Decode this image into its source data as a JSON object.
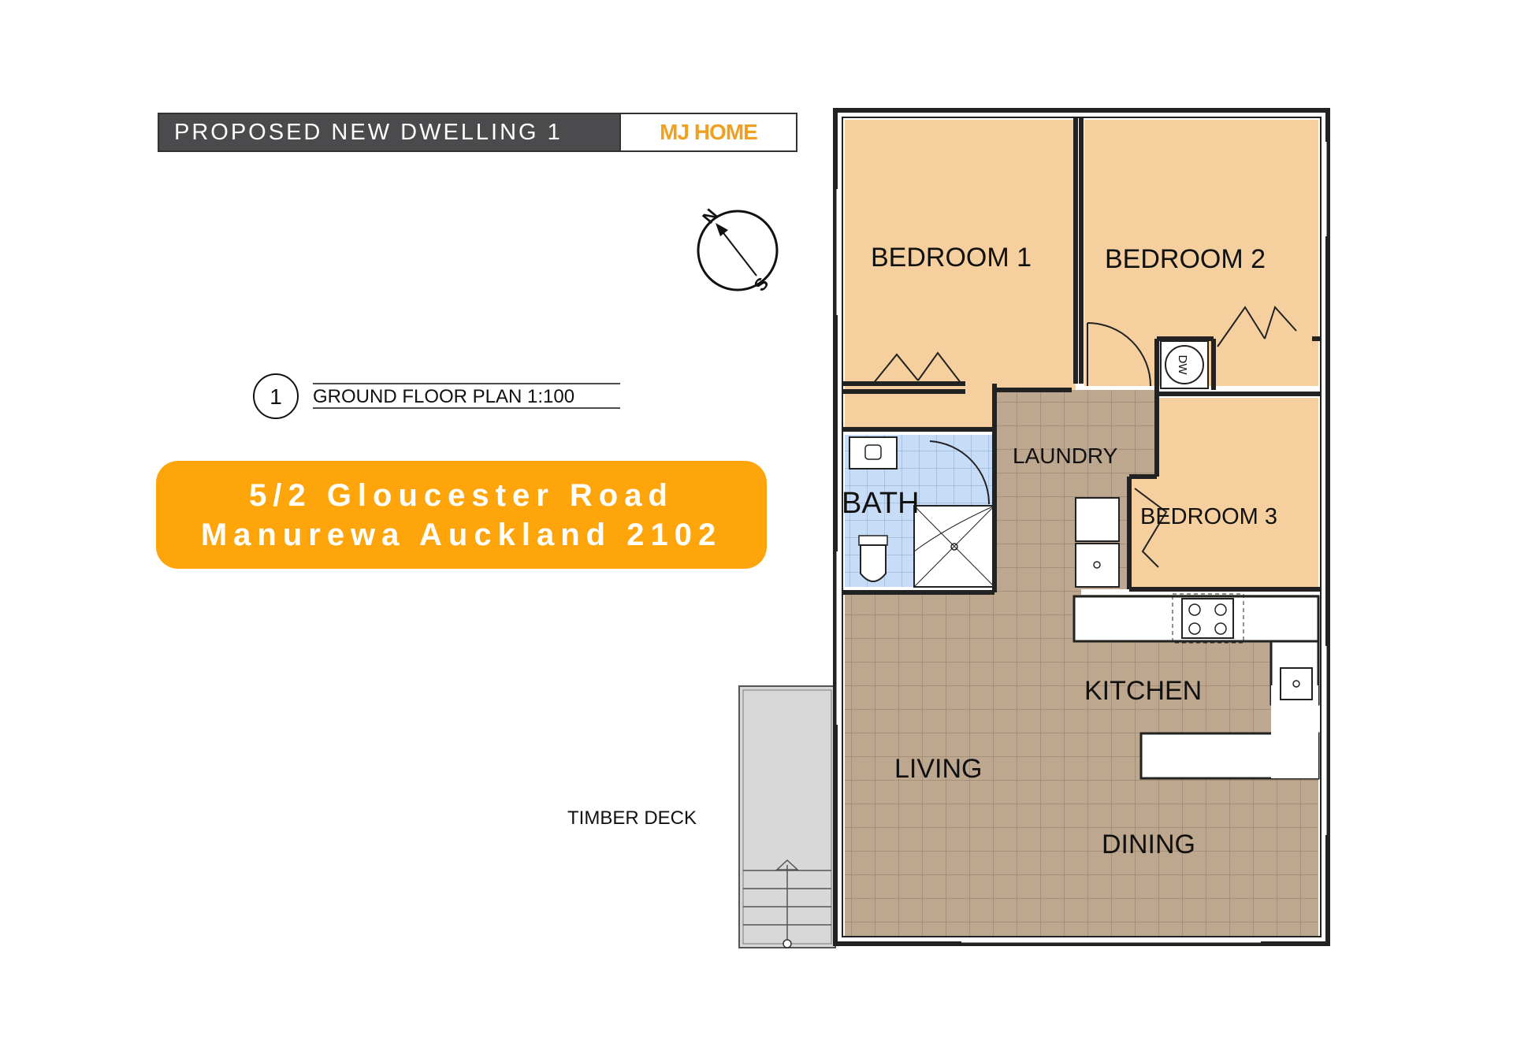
{
  "header": {
    "title": "PROPOSED NEW DWELLING 1",
    "brand": "MJ HOME"
  },
  "compass": {
    "north": "N",
    "south": "S"
  },
  "plan_title": {
    "number": "1",
    "text": "GROUND FLOOR PLAN  1:100"
  },
  "address": {
    "line1": "5/2 Gloucester Road",
    "line2": "Manurewa Auckland 2102"
  },
  "rooms": {
    "bedroom1": "BEDROOM 1",
    "bedroom2": "BEDROOM 2",
    "bedroom3": "BEDROOM 3",
    "laundry": "LAUNDRY",
    "bath": "BATH",
    "kitchen": "KITCHEN",
    "living": "LIVING",
    "dining": "DINING",
    "timber_deck": "TIMBER DECK",
    "dw": "DW"
  },
  "colors": {
    "bedroom": "#f5cf9e",
    "tile": "#bda78f",
    "bath": "#c7dcf6",
    "deck": "#d8d8d8",
    "wall": "#222222",
    "accent": "#fda50a",
    "banner": "#4b4b4d"
  }
}
